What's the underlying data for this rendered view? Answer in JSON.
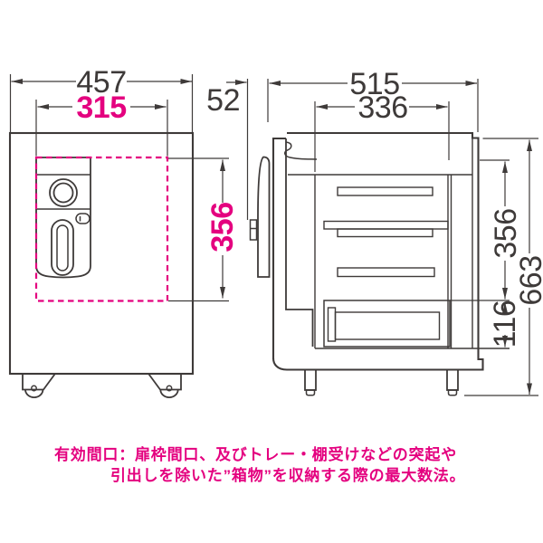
{
  "colors": {
    "accent": "#E4007F",
    "line": "#3E3A39",
    "background": "#FFFFFF"
  },
  "front_view": {
    "overall_width": "457",
    "opening_width": "315",
    "opening_height": "356"
  },
  "side_view": {
    "protrusion_depth": "52",
    "overall_depth": "515",
    "internal_depth": "336",
    "opening_height": "356",
    "overall_height": "663",
    "drawer_section_height": "116"
  },
  "caption": {
    "line1": "有効間口：扉枠間口、及びトレー・棚受けなどの突起や",
    "line2": "引出しを除いた”箱物”を収納する際の最大数法。"
  }
}
